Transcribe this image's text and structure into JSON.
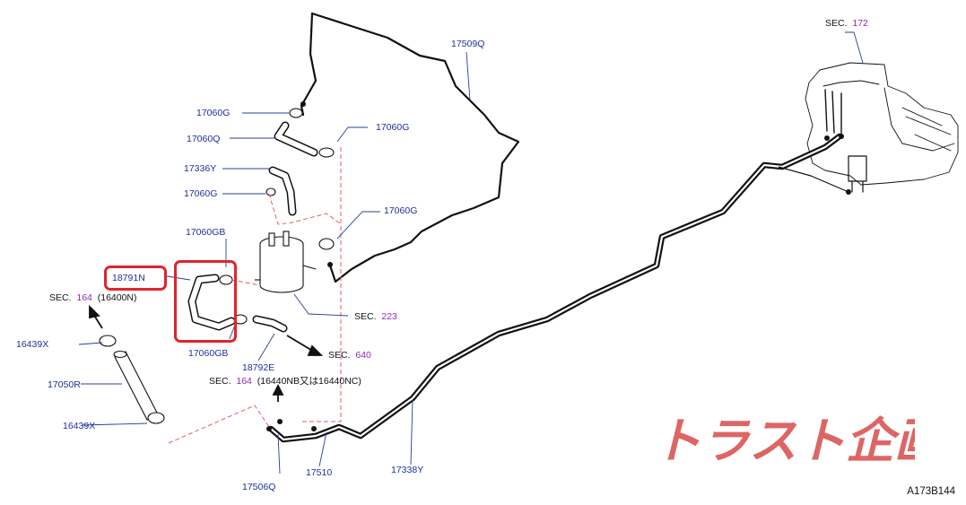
{
  "colors": {
    "part_number": "#1d2f9c",
    "section_number": "#8e2bb3",
    "highlight": "#e0242c",
    "dashed_line": "#e06060",
    "watermark": "#d94b4b"
  },
  "labels": {
    "p17509Q": "17509Q",
    "p17060G_a": "17060G",
    "p17060Q": "17060Q",
    "p17060G_b": "17060G",
    "p17336Y": "17336Y",
    "p17060G_c": "17060G",
    "p17060G_d": "17060G",
    "p17060GB_top": "17060GB",
    "p18791N": "18791N",
    "p17060GB_bot": "17060GB",
    "p18792E": "18792E",
    "p16439X_top": "16439X",
    "p17050R": "17050R",
    "p16439X_bot": "16439X",
    "p17506Q": "17506Q",
    "p17510": "17510",
    "p17338Y": "17338Y"
  },
  "sections": {
    "s172": {
      "prefix": "SEC.",
      "num": "172",
      "suffix": ""
    },
    "s164a": {
      "prefix": "SEC.",
      "num": "164",
      "suffix": "(16400N)"
    },
    "s223": {
      "prefix": "SEC.",
      "num": "223",
      "suffix": ""
    },
    "s640": {
      "prefix": "SEC.",
      "num": "640",
      "suffix": ""
    },
    "s164b": {
      "prefix": "SEC.",
      "num": "164",
      "suffix": "(16440NB又は16440NC)"
    }
  },
  "diagram_code": "A173B144",
  "watermark_text": "トラスト企画"
}
